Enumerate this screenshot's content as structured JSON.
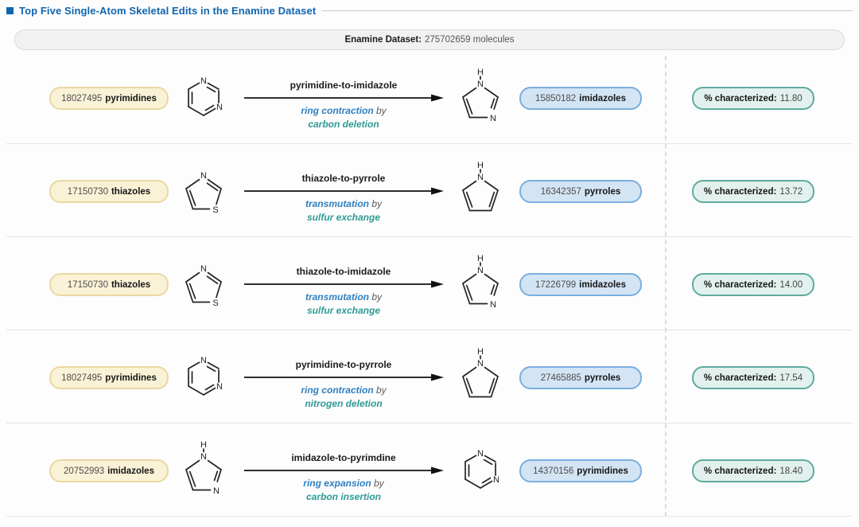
{
  "header": {
    "title": "Top Five Single-Atom Skeletal Edits in the Enamine Dataset",
    "dataset_label": "Enamine Dataset:",
    "dataset_value": "275702659 molecules"
  },
  "labels": {
    "by": "by",
    "pct_label": "% characterized:"
  },
  "colors": {
    "title_blue": "#1065af",
    "mechanism_blue": "#2f7fc0",
    "mechanism_teal": "#2e9b94",
    "source_badge_fill": "#faf2d6",
    "source_badge_border": "#e9d8a2",
    "product_badge_fill": "#d3e4f4",
    "product_badge_border": "#7aaedd",
    "pct_badge_fill": "#e2f1ed",
    "pct_badge_border": "#5fab9f"
  },
  "rows": [
    {
      "source_count": "18027495",
      "source_name": "pyrimidines",
      "source_structure": "pyrimidine",
      "edit_label": "pyrimidine-to-imidazole",
      "mechanism": "ring contraction",
      "mechanism_detail": "carbon deletion",
      "product_structure": "imidazole",
      "product_count": "15850182",
      "product_name": "imidazoles",
      "pct_value": "11.80"
    },
    {
      "source_count": "17150730",
      "source_name": "thiazoles",
      "source_structure": "thiazole",
      "edit_label": "thiazole-to-pyrrole",
      "mechanism": "transmutation",
      "mechanism_detail": "sulfur exchange",
      "product_structure": "pyrrole",
      "product_count": "16342357",
      "product_name": "pyrroles",
      "pct_value": "13.72"
    },
    {
      "source_count": "17150730",
      "source_name": "thiazoles",
      "source_structure": "thiazole",
      "edit_label": "thiazole-to-imidazole",
      "mechanism": "transmutation",
      "mechanism_detail": "sulfur exchange",
      "product_structure": "imidazole",
      "product_count": "17226799",
      "product_name": "imidazoles",
      "pct_value": "14.00"
    },
    {
      "source_count": "18027495",
      "source_name": "pyrimidines",
      "source_structure": "pyrimidine",
      "edit_label": "pyrimidine-to-pyrrole",
      "mechanism": "ring contraction",
      "mechanism_detail": "nitrogen deletion",
      "product_structure": "pyrrole",
      "product_count": "27465885",
      "product_name": "pyrroles",
      "pct_value": "17.54"
    },
    {
      "source_count": "20752993",
      "source_name": "imidazoles",
      "source_structure": "imidazole",
      "edit_label": "imidazole-to-pyrimdine",
      "mechanism": "ring expansion",
      "mechanism_detail": "carbon insertion",
      "product_structure": "pyrimidine",
      "product_count": "14370156",
      "product_name": "pyrimidines",
      "pct_value": "18.40"
    }
  ]
}
